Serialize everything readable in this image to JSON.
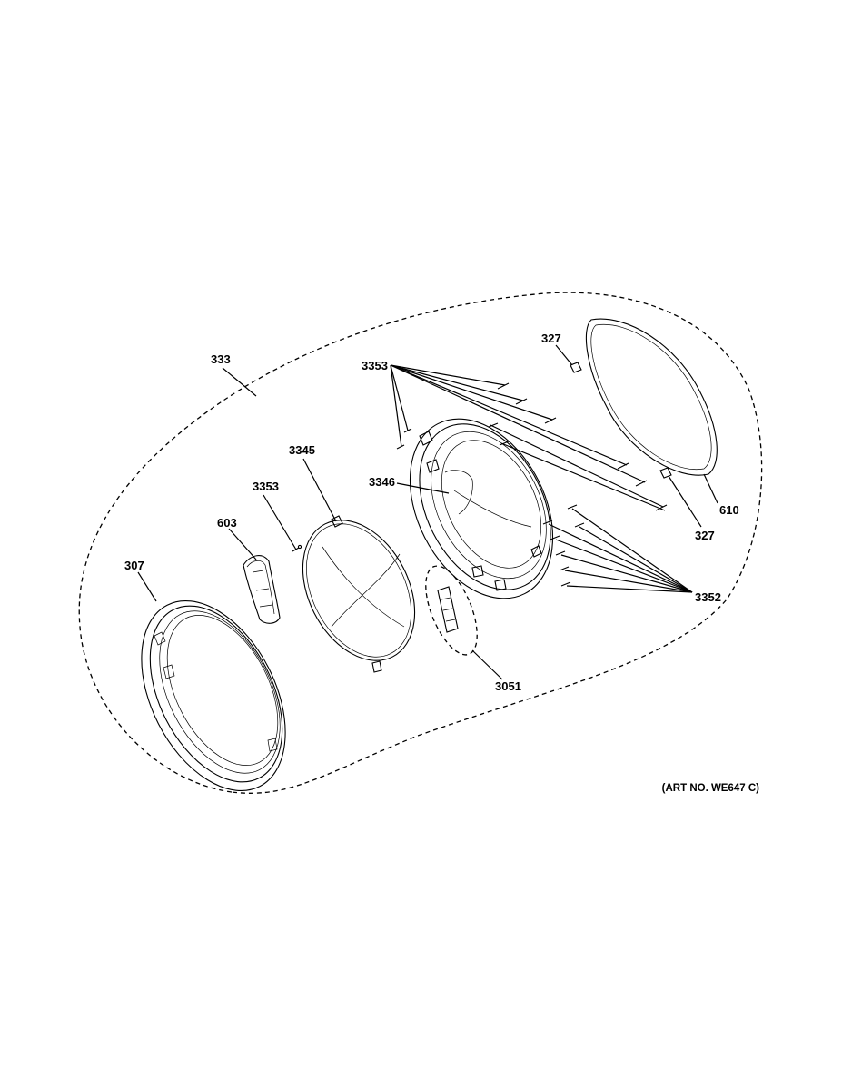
{
  "labels": {
    "l333": "333",
    "l327a": "327",
    "l3353a": "3353",
    "l3345": "3345",
    "l3353b": "3353",
    "l3346": "3346",
    "l603": "603",
    "l307": "307",
    "l610": "610",
    "l327b": "327",
    "l3352": "3352",
    "l3051": "3051"
  },
  "art_no": "(ART NO. WE647 C)"
}
